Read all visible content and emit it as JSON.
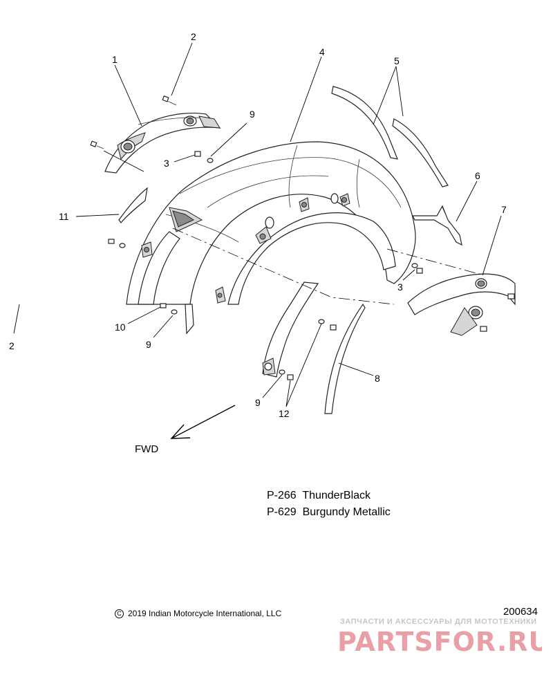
{
  "callouts": {
    "c1": "1",
    "c2_top": "2",
    "c2_left": "2",
    "c3_left": "3",
    "c3_right": "3",
    "c4": "4",
    "c5": "5",
    "c6": "6",
    "c7": "7",
    "c8": "8",
    "c9_top": "9",
    "c9_mid": "9",
    "c9_bottom": "9",
    "c10": "10",
    "c11": "11",
    "c12": "12"
  },
  "direction_label": "FWD",
  "paint_codes": [
    {
      "code": "P-266",
      "name": "ThunderBlack"
    },
    {
      "code": "P-629",
      "name": "Burgundy Metallic"
    }
  ],
  "copyright": "2019 Indian Motorcycle International, LLC",
  "copyright_symbol": "C",
  "document_number": "200634",
  "watermark": {
    "tagline": "ЗАПЧАСТИ И АКСЕССУАРЫ ДЛЯ МОТОТЕХНИКИ",
    "logo_text": "PARTSFOR.RU",
    "color": "#e8a0a6"
  }
}
